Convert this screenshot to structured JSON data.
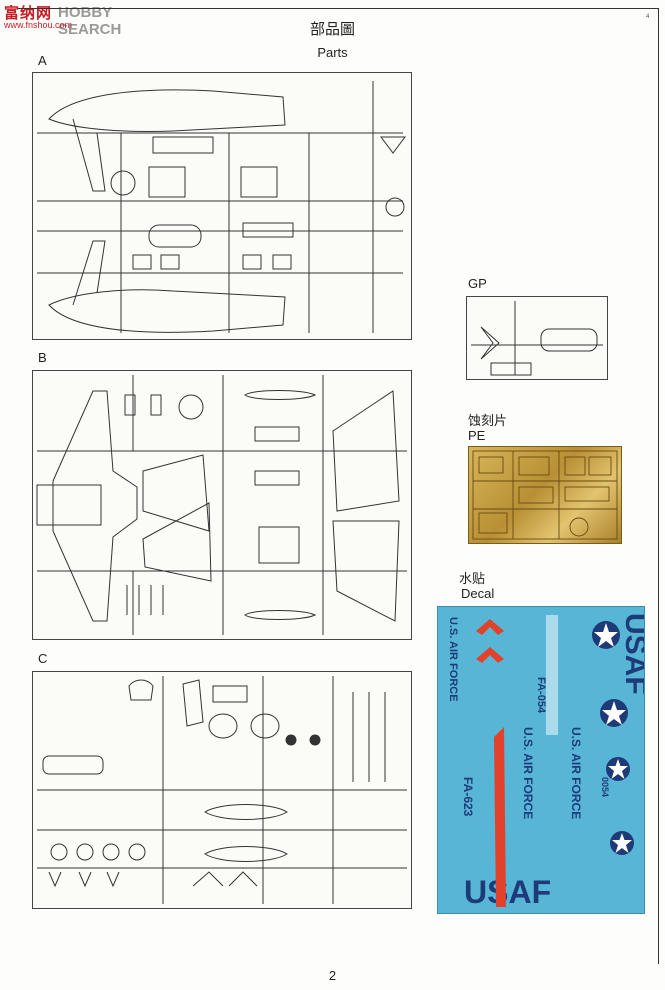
{
  "watermark": {
    "brand": "富纳网",
    "search": "HOBBY SEARCH",
    "url": "www.fnshou.com"
  },
  "header": {
    "title_cn": "部品圖",
    "title_en": "Parts"
  },
  "corner_mark": "4",
  "sprues": {
    "a": "A",
    "b": "B",
    "c": "C"
  },
  "gp": {
    "label": "GP"
  },
  "pe": {
    "label_cn": "蚀刻片",
    "label_en": "PE"
  },
  "decal": {
    "label_cn": "水贴",
    "label_en": "Decal",
    "usaf": "USAF",
    "us_air_force": "U.S. AIR FORCE",
    "fa_623": "FA-623",
    "fa_054": "FA-054",
    "serial": "0054"
  },
  "footer": {
    "page_number": "2"
  },
  "colors": {
    "decal_bg": "#57b6d6",
    "decal_navy": "#1f3a78",
    "decal_red": "#e2412b",
    "pe_gold": "#c9a24a",
    "brand_red": "#c81d25"
  }
}
